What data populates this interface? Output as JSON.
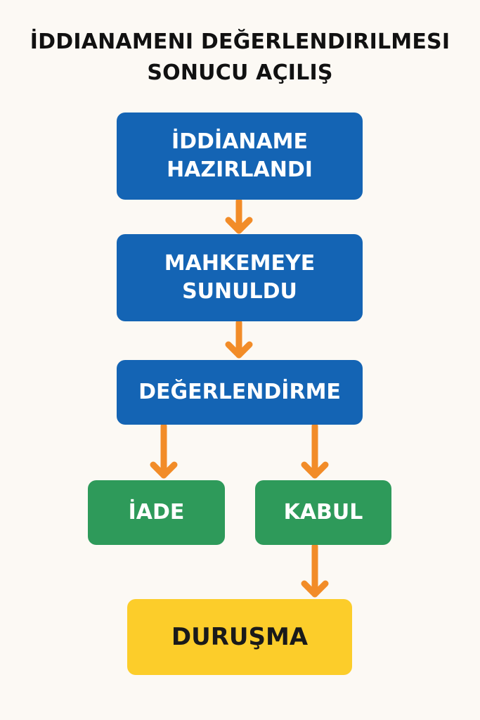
{
  "title": {
    "line1": "İDDIANAMENI DEĞERLENDIRILMESI",
    "line2": "SONUCU AÇILIŞ"
  },
  "nodes": {
    "indictment_prepared": {
      "line1": "İDDİANAME",
      "line2": "HAZIRLANDI"
    },
    "submitted_to_court": {
      "line1": "MAHKEMEYE",
      "line2": "SUNULDU"
    },
    "evaluation": {
      "label": "DEĞERLENDİRME"
    },
    "return": {
      "label": "İADE"
    },
    "accept": {
      "label": "KABUL"
    },
    "hearing": {
      "label": "DURUŞMA"
    }
  },
  "colors": {
    "background": "#fcf9f4",
    "process_box": "#1464b4",
    "outcome_box": "#2e9a5a",
    "final_box": "#fccd2a",
    "arrow": "#f28c28",
    "title_text": "#111111"
  }
}
